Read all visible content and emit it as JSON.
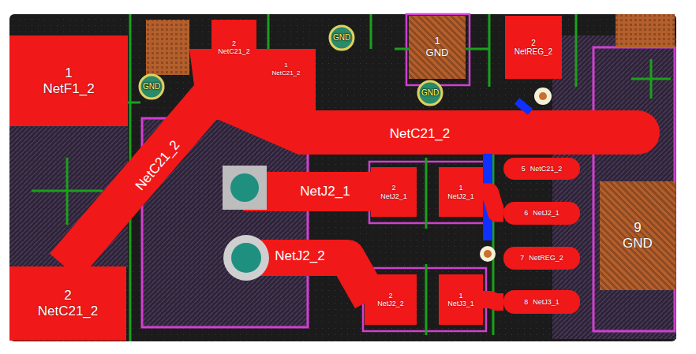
{
  "diagram": {
    "nodes": [
      {
        "text": [
          "1",
          "NetF1_2"
        ]
      },
      {
        "text": [
          "2",
          "NetC21_2"
        ]
      },
      {
        "text": [
          "1",
          "NetC21_2"
        ]
      },
      {
        "text": [
          "1",
          "GND"
        ]
      },
      {
        "text": [
          "2",
          "NetREG_2"
        ]
      },
      {
        "text": [
          "5",
          "NetC21_2"
        ]
      },
      {
        "text": [
          "2",
          "NetJ2_1"
        ]
      },
      {
        "text": [
          "1",
          "NetJ2_1"
        ]
      },
      {
        "text": [
          "6",
          "NetJ2_1"
        ]
      },
      {
        "text": [
          "9",
          "GND"
        ]
      },
      {
        "text": [
          "7",
          "NetREG_2"
        ]
      },
      {
        "text": [
          "2",
          "NetJ2_2"
        ]
      },
      {
        "text": [
          "1",
          "NetJ3_1"
        ]
      },
      {
        "text": [
          "8",
          "NetJ3_1"
        ]
      },
      {
        "text": [
          "2",
          "NetC21_2"
        ]
      }
    ],
    "edges": [
      {
        "from": 14,
        "to": 1,
        "arrow": "none"
      },
      {
        "from": 7,
        "to": 8,
        "arrow": "none"
      },
      {
        "from": 12,
        "to": 13,
        "arrow": "none"
      }
    ],
    "labels": [
      "NetC21_2",
      "NetC21_2",
      "NetJ2_1",
      "NetJ2_2",
      "GND",
      "GND",
      "GND"
    ]
  }
}
